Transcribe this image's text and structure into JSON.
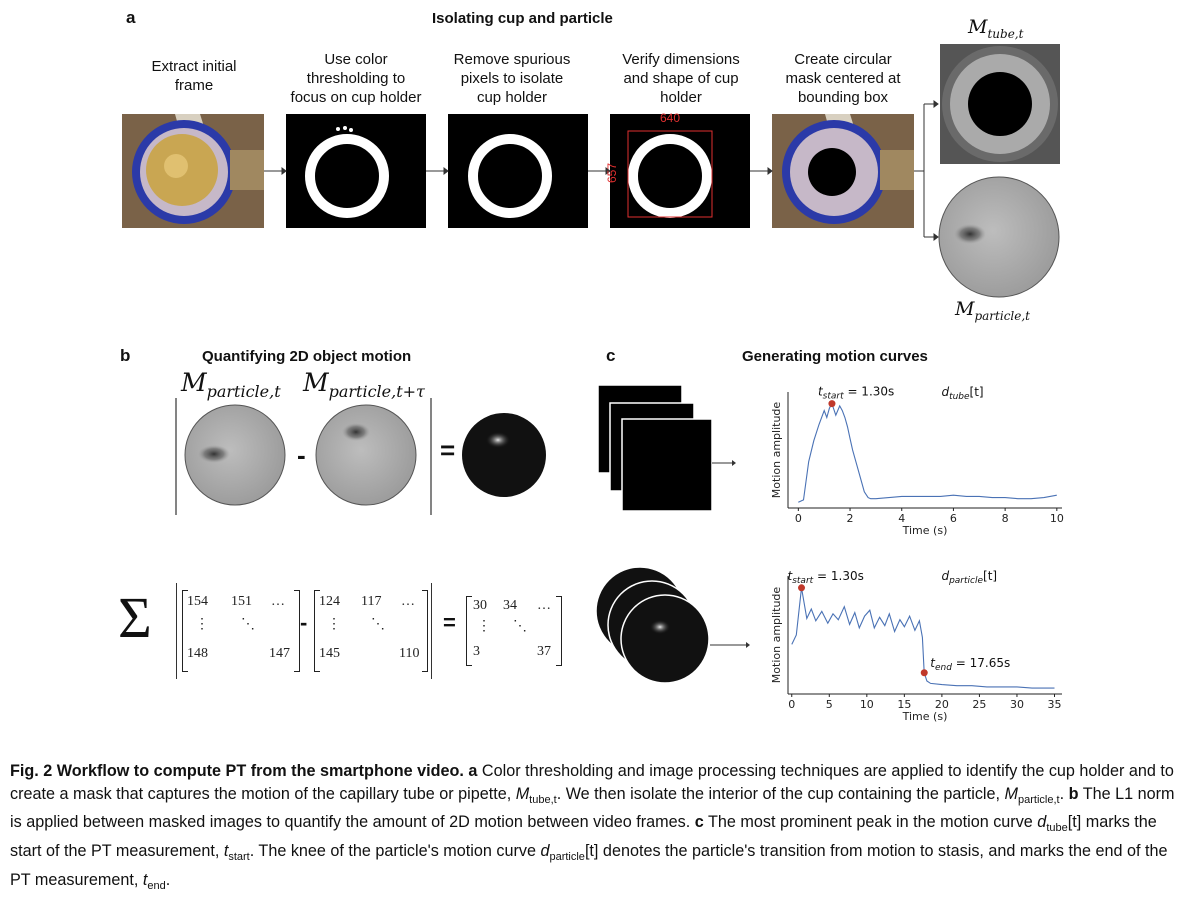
{
  "panel_a": {
    "letter": "a",
    "title": "Isolating cup and particle",
    "steps": [
      {
        "label_lines": [
          "Extract initial",
          "frame"
        ]
      },
      {
        "label_lines": [
          "Use color",
          "thresholding to",
          "focus on cup holder"
        ]
      },
      {
        "label_lines": [
          "Remove spurious",
          "pixels to isolate",
          "cup holder"
        ]
      },
      {
        "label_lines": [
          "Verify dimensions",
          "and shape of cup",
          "holder"
        ]
      },
      {
        "label_lines": [
          "Create circular",
          "mask centered at",
          "bounding box"
        ]
      }
    ],
    "bbox_width_label": "640",
    "bbox_height_label": "657",
    "output_top_label": "M",
    "output_top_sub": "tube,t",
    "output_bottom_label": "M",
    "output_bottom_sub": "particle,t"
  },
  "panel_b": {
    "letter": "b",
    "title": "Quantifying 2D object motion",
    "term1_label": "M",
    "term1_sub": "particle,t",
    "term2_label": "M",
    "term2_sub": "particle,t+τ",
    "minus": "-",
    "equals": "=",
    "sigma": "Σ",
    "matrix1": {
      "tl": "154",
      "tm": "151",
      "dots": "…",
      "vdots": "⋮",
      "ddots": "⋱",
      "bl": "148",
      "br": "147"
    },
    "matrix2": {
      "tl": "124",
      "tm": "117",
      "dots": "…",
      "vdots": "⋮",
      "ddots": "⋱",
      "bl": "145",
      "br": "110"
    },
    "matrix3": {
      "tl": "30",
      "tm": "34",
      "dots": "…",
      "vdots": "⋮",
      "ddots": "⋱",
      "bl": "3",
      "br": "37"
    }
  },
  "panel_c": {
    "letter": "c",
    "title": "Generating motion curves"
  },
  "chart_data": [
    {
      "type": "line",
      "name": "tube",
      "ylabel": "Motion amplitude",
      "xlabel": "Time (s)",
      "xlim": [
        -0.4,
        10.2
      ],
      "ylim": [
        0,
        1
      ],
      "xticks": [
        0,
        2,
        4,
        6,
        8,
        10
      ],
      "legend": "d",
      "legend_sub": "tube",
      "legend_tail": "[t]",
      "annotation": "t",
      "annotation_sub": "start",
      "annotation_tail": " = 1.30s",
      "marker": {
        "x": 1.3,
        "y": 0.9
      },
      "color": "#4a72b5",
      "marker_color": "#c0392b",
      "x": [
        0,
        0.2,
        0.4,
        0.6,
        0.8,
        1.0,
        1.1,
        1.2,
        1.3,
        1.45,
        1.6,
        1.7,
        1.8,
        1.9,
        2.0,
        2.1,
        2.25,
        2.4,
        2.55,
        2.7,
        2.8,
        3.0,
        3.5,
        4.0,
        4.5,
        5.0,
        5.5,
        6.0,
        6.5,
        7.0,
        7.5,
        8.0,
        8.5,
        9.0,
        9.5,
        10.0
      ],
      "y": [
        0.05,
        0.07,
        0.4,
        0.58,
        0.72,
        0.84,
        0.78,
        0.86,
        0.9,
        0.8,
        0.88,
        0.84,
        0.78,
        0.7,
        0.6,
        0.5,
        0.38,
        0.26,
        0.14,
        0.09,
        0.08,
        0.08,
        0.09,
        0.1,
        0.1,
        0.1,
        0.1,
        0.11,
        0.1,
        0.1,
        0.09,
        0.09,
        0.08,
        0.08,
        0.09,
        0.11
      ]
    },
    {
      "type": "line",
      "name": "particle",
      "ylabel": "Motion amplitude",
      "xlabel": "Time (s)",
      "xlim": [
        -0.5,
        36.0
      ],
      "ylim": [
        0,
        1
      ],
      "xticks": [
        0,
        5,
        10,
        15,
        20,
        25,
        30,
        35
      ],
      "legend": "d",
      "legend_sub": "particle",
      "legend_tail": "[t]",
      "annotation": "t",
      "annotation_sub": "start",
      "annotation_tail": " = 1.30s",
      "annotation2": "t",
      "annotation2_sub": "end",
      "annotation2_tail": " = 17.65s",
      "marker": {
        "x": 1.3,
        "y": 0.9
      },
      "marker2": {
        "x": 17.65,
        "y": 0.18
      },
      "color": "#4a72b5",
      "marker_color": "#c0392b",
      "x": [
        0,
        0.6,
        1.3,
        2.0,
        2.6,
        3.2,
        4.0,
        4.8,
        5.5,
        6.2,
        7.0,
        7.7,
        8.4,
        9.0,
        9.7,
        10.4,
        11.0,
        11.7,
        12.4,
        13.0,
        13.7,
        14.4,
        15.0,
        15.7,
        16.4,
        17.0,
        17.4,
        17.65,
        18.0,
        18.5,
        20,
        22,
        24,
        26,
        28,
        30,
        32,
        34,
        35
      ],
      "y": [
        0.42,
        0.5,
        0.9,
        0.64,
        0.72,
        0.62,
        0.7,
        0.6,
        0.68,
        0.63,
        0.74,
        0.59,
        0.69,
        0.56,
        0.66,
        0.71,
        0.56,
        0.65,
        0.58,
        0.68,
        0.53,
        0.63,
        0.57,
        0.66,
        0.54,
        0.62,
        0.48,
        0.18,
        0.11,
        0.09,
        0.08,
        0.07,
        0.07,
        0.06,
        0.06,
        0.06,
        0.05,
        0.05,
        0.05
      ]
    }
  ],
  "caption": {
    "lead": "Fig. 2 Workflow to compute PT from the smartphone video.",
    "a_letter": "a",
    "a_text1": " Color thresholding and image processing techniques are applied to identify the cup holder and to create a mask that captures the motion of the capillary tube or pipette, ",
    "a_sym": "M",
    "a_sub": "tube,t",
    "a_text2": ". We then isolate the interior of the cup containing the particle, ",
    "a_sym2": "M",
    "a_sub2": "particle,t",
    "a_text3": ".",
    "b_letter": "b",
    "b_text": " The L1 norm is applied between masked images to quantify the amount of 2D motion between video frames.",
    "c_letter": "c",
    "c_text1": " The most prominent peak in the motion curve ",
    "c_sym1": "d",
    "c_sub1": "tube",
    "c_tail1": "[t]",
    "c_text2": " marks the start of the PT measurement, ",
    "c_sym2": "t",
    "c_sub2": "start",
    "c_text3": ". The knee of the particle's motion curve ",
    "c_sym3": "d",
    "c_sub3": "particle",
    "c_tail3": "[t]",
    "c_text4": " denotes the particle's transition from motion to stasis, and marks the end of the PT measurement, ",
    "c_sym4": "t",
    "c_sub4": "end",
    "c_text5": "."
  }
}
